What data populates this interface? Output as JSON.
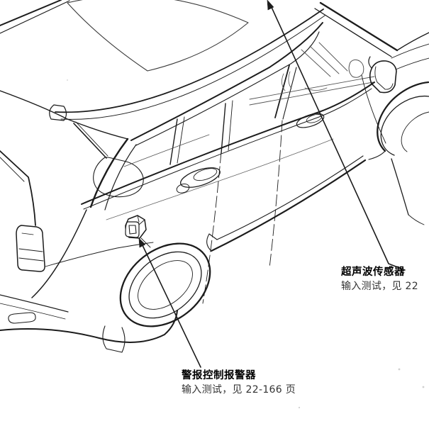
{
  "page": {
    "background": "#ffffff",
    "ink": "#1c1c1c",
    "subtitle_color": "#333333"
  },
  "figure": {
    "description": "SUV rear three-quarter line drawing showing security system component locations",
    "callouts": [
      {
        "title": "超声波传感器",
        "subtitle": "输入测试，见 22"
      },
      {
        "title": "警报控制报警器",
        "subtitle": "输入测试，见 22-166 页"
      }
    ]
  }
}
